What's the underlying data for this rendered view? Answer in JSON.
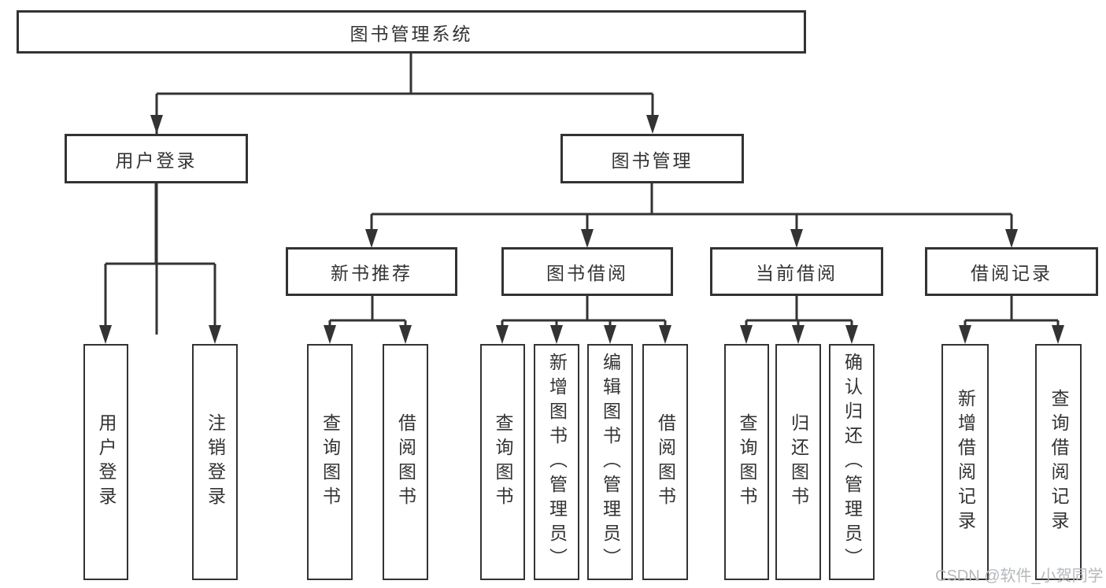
{
  "nodes": {
    "root": "图书管理系统",
    "user_login": "用户登录",
    "book_mgmt": "图书管理",
    "new_book_rec": "新书推荐",
    "book_borrow": "图书借阅",
    "current_borrow": "当前借阅",
    "borrow_record": "借阅记录",
    "leaf_user_login": "用户登录",
    "leaf_logout": "注销登录",
    "leaf_nbr_query": "查询图书",
    "leaf_nbr_borrow": "借阅图书",
    "leaf_bb_query": "查询图书",
    "leaf_bb_add": "新增图书（管理员）",
    "leaf_bb_edit": "编辑图书（管理员）",
    "leaf_bb_borrow": "借阅图书",
    "leaf_cb_query": "查询图书",
    "leaf_cb_return": "归还图书",
    "leaf_cb_confirm": "确认归还（管理员）",
    "leaf_br_add": "新增借阅记录",
    "leaf_br_query": "查询借阅记录"
  },
  "tree": {
    "label": "图书管理系统",
    "children": [
      {
        "label": "用户登录",
        "children": [
          {
            "label": "用户登录"
          },
          {
            "label": "注销登录"
          }
        ]
      },
      {
        "label": "图书管理",
        "children": [
          {
            "label": "新书推荐",
            "children": [
              {
                "label": "查询图书"
              },
              {
                "label": "借阅图书"
              }
            ]
          },
          {
            "label": "图书借阅",
            "children": [
              {
                "label": "查询图书"
              },
              {
                "label": "新增图书（管理员）"
              },
              {
                "label": "编辑图书（管理员）"
              },
              {
                "label": "借阅图书"
              }
            ]
          },
          {
            "label": "当前借阅",
            "children": [
              {
                "label": "查询图书"
              },
              {
                "label": "归还图书"
              },
              {
                "label": "确认归还（管理员）"
              }
            ]
          },
          {
            "label": "借阅记录",
            "children": [
              {
                "label": "新增借阅记录"
              },
              {
                "label": "查询借阅记录"
              }
            ]
          }
        ]
      }
    ]
  },
  "watermark": "CSDN @软件_小贺同学",
  "colors": {
    "line": "#333333",
    "box_background": "#ffffff",
    "text": "#333333",
    "watermark": "#b4b8bc"
  }
}
